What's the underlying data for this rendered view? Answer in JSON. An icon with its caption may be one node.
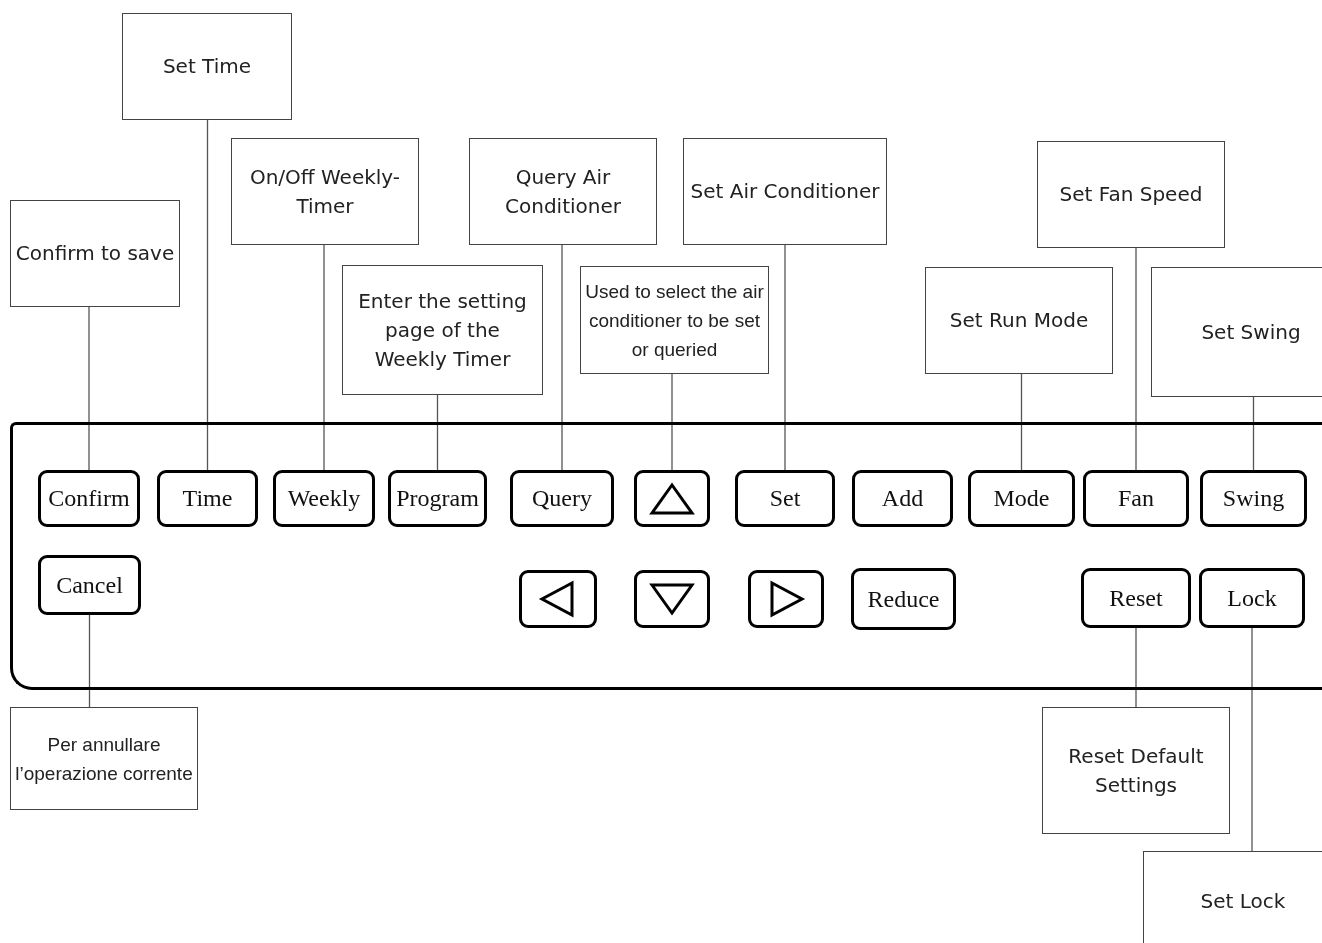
{
  "diagram": {
    "nodes": [
      {
        "text": [
          "Set Time"
        ]
      },
      {
        "text": [
          "On/Off Weekly-Timer"
        ]
      },
      {
        "text": [
          "Query Air Conditioner"
        ]
      },
      {
        "text": [
          "Set Air Conditioner"
        ]
      },
      {
        "text": [
          "Set Fan Speed"
        ]
      },
      {
        "text": [
          "Confirm to save"
        ]
      },
      {
        "text": [
          "Enter the setting page of the Weekly Timer"
        ]
      },
      {
        "text": [
          "Used to select the air conditioner to be set or queried"
        ]
      },
      {
        "text": [
          "Set Run Mode"
        ]
      },
      {
        "text": [
          "Set Swing"
        ]
      },
      {
        "text": [],
        "shape": "box"
      },
      {
        "text": [
          "Confirm"
        ],
        "in": 10
      },
      {
        "text": [
          "Time"
        ],
        "in": 10
      },
      {
        "text": [
          "Weekly"
        ],
        "in": 10
      },
      {
        "text": [
          "Program"
        ],
        "in": 10
      },
      {
        "text": [
          "Query"
        ],
        "in": 10
      },
      {
        "text": [],
        "shape": "box",
        "in": 10
      },
      {
        "text": [
          "Set"
        ],
        "in": 10
      },
      {
        "text": [
          "Add"
        ],
        "in": 10
      },
      {
        "text": [
          "Mode"
        ],
        "in": 10
      },
      {
        "text": [
          "Fan"
        ],
        "in": 10
      },
      {
        "text": [
          "Swing"
        ],
        "in": 10
      },
      {
        "text": [
          "Cancel"
        ],
        "in": 10
      },
      {
        "text": [],
        "shape": "box",
        "in": 10
      },
      {
        "text": [],
        "shape": "box",
        "in": 10
      },
      {
        "text": [],
        "shape": "box",
        "in": 10
      },
      {
        "text": [
          "Reduce"
        ],
        "in": 10
      },
      {
        "text": [
          "Reset"
        ],
        "in": 10
      },
      {
        "text": [
          "Lock"
        ],
        "in": 10
      },
      {
        "text": [
          "Per annullare l’operazione corrente"
        ]
      },
      {
        "text": [
          "Reset Default Settings"
        ]
      },
      {
        "text": [
          "Set Lock"
        ]
      }
    ],
    "edges": [
      {
        "from": 0,
        "to": 12,
        "arrow": "none"
      },
      {
        "from": 1,
        "to": 13,
        "arrow": "none"
      },
      {
        "from": 2,
        "to": 15,
        "arrow": "none"
      },
      {
        "from": 3,
        "to": 17,
        "arrow": "none"
      },
      {
        "from": 4,
        "to": 20,
        "arrow": "none"
      },
      {
        "from": 5,
        "to": 11,
        "arrow": "none"
      },
      {
        "from": 6,
        "to": 14,
        "arrow": "none"
      },
      {
        "from": 7,
        "to": 16,
        "arrow": "none"
      },
      {
        "from": 8,
        "to": 19,
        "arrow": "none"
      },
      {
        "from": 9,
        "to": 21,
        "arrow": "none"
      },
      {
        "from": 29,
        "to": 22,
        "arrow": "none"
      },
      {
        "from": 30,
        "to": 27,
        "arrow": "none"
      },
      {
        "from": 31,
        "to": 28,
        "arrow": "none"
      }
    ]
  }
}
